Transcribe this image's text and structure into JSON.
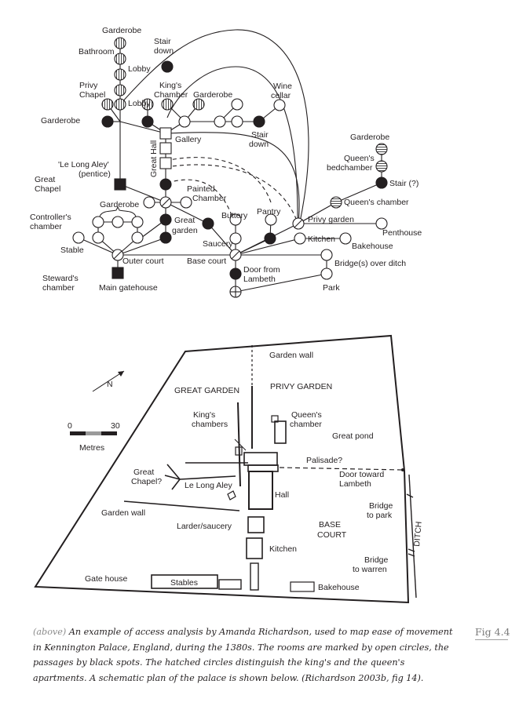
{
  "analysis": {
    "labels": {
      "garderobe_top": "Garderobe",
      "bathroom": "Bathroom",
      "lobby_1": "Lobby",
      "stair_down_1_a": "Stair",
      "stair_down_1_b": "down",
      "privy_chapel_a": "Privy",
      "privy_chapel_b": "Chapel",
      "lobby_2": "Lobby",
      "kings_chamber_a": "King's",
      "kings_chamber_b": "Chamber",
      "garderobe_2": "Garderobe",
      "wine_cellar_a": "Wine",
      "wine_cellar_b": "cellar",
      "garderobe_left": "Garderobe",
      "gallery": "Gallery",
      "stair_down_2_a": "Stair",
      "stair_down_2_b": "down",
      "great_hall": "Great Hall",
      "garderobe_queen": "Garderobe",
      "queens_bedchamber_a": "Queen's",
      "queens_bedchamber_b": "bedchamber",
      "le_long_aley_a": "'Le Long Aley'",
      "le_long_aley_b": "(pentice)",
      "great_chapel_a": "Great",
      "great_chapel_b": "Chapel",
      "stair_q": "Stair (?)",
      "painted_chamber_a": "Painted",
      "painted_chamber_b": "Chamber",
      "queens_chamber": "Queen's chamber",
      "garderobe_3": "Garderobe",
      "controllers_chamber_a": "Controller's",
      "controllers_chamber_b": "chamber",
      "great_garden_a": "Great",
      "great_garden_b": "garden",
      "buttery": "Buttery",
      "pantry": "Pantry",
      "privy_garden": "Privy garden",
      "penthouse": "Penthouse",
      "saucery": "Saucery",
      "kitchen": "Kitchen",
      "bakehouse": "Bakehouse",
      "stable": "Stable",
      "outer_court": "Outer court",
      "base_court": "Base court",
      "bridges_over_ditch": "Bridge(s) over ditch",
      "stewards_chamber_a": "Steward's",
      "stewards_chamber_b": "chamber",
      "door_from_lambeth_a": "Door from",
      "door_from_lambeth_b": "Lambeth",
      "main_gatehouse": "Main gatehouse",
      "park": "Park"
    }
  },
  "plan": {
    "north": "N",
    "scale_zero": "0",
    "scale_max": "30",
    "scale_unit": "Metres",
    "labels": {
      "garden_wall_top": "Garden wall",
      "great_garden": "GREAT GARDEN",
      "privy_garden": "PRIVY GARDEN",
      "kings_chambers_a": "King's",
      "kings_chambers_b": "chambers",
      "queens_chamber_a": "Queen's",
      "queens_chamber_b": "chamber",
      "great_pond": "Great pond",
      "palisade": "Palisade?",
      "door_toward_a": "Door toward",
      "door_toward_b": "Lambeth",
      "great_chapel_a": "Great",
      "great_chapel_b": "Chapel?",
      "le_long_aley": "Le Long Aley",
      "hall": "Hall",
      "bridge_park_a": "Bridge",
      "bridge_park_b": "to park",
      "garden_wall_left": "Garden wall",
      "larder": "Larder/saucery",
      "base_court_a": "BASE",
      "base_court_b": "COURT",
      "ditch": "DITCH",
      "kitchen": "Kitchen",
      "bridge_warren_a": "Bridge",
      "bridge_warren_b": "to warren",
      "gate_house": "Gate house",
      "stables": "Stables",
      "bakehouse": "Bakehouse"
    }
  },
  "caption": {
    "above": "(above)",
    "text": "An example of access analysis by Amanda Richardson, used to map ease of movement in Kennington Palace, England, during the 1380s. The rooms are marked by open circles, the passages by black spots. The hatched circles distinguish the king's and the queen's apartments. A schematic plan of the palace is shown below. (Richardson 2003b, fig 14).",
    "fig": "Fig 4.4"
  }
}
